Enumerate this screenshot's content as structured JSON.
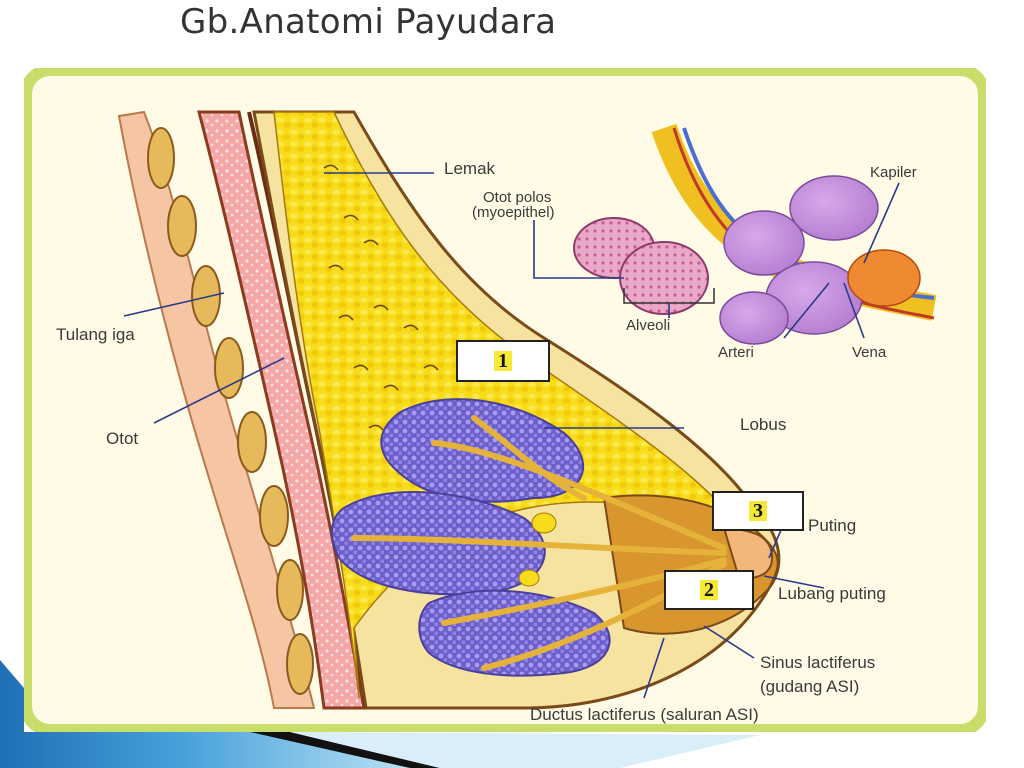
{
  "title": "Gb.Anatomi Payudara",
  "labels": {
    "lemak": "Lemak",
    "otot_polos": "Otot polos",
    "myoepithel": "(myoepithel)",
    "alveoli": "Alveoli",
    "kapiler": "Kapiler",
    "arteri": "Arteri",
    "vena": "Vena",
    "tulang_iga": "Tulang iga",
    "otot": "Otot",
    "lobus": "Lobus",
    "puting": "Puting",
    "lubang_puting": "Lubang puting",
    "sinus_lactiferus": "Sinus lactiferus",
    "gudang_asi": "(gudang ASI)",
    "ductus_lactiferus": "Ductus lactiferus (saluran ASI)"
  },
  "markers": [
    "1",
    "2",
    "3"
  ],
  "colors": {
    "frame_green": "#c9de6a",
    "fat_yellow": "#f5d90a",
    "lobule_purple": "#7f72d6",
    "skin": "#f4b77a",
    "stripe_blue": "#1f7fc1"
  }
}
